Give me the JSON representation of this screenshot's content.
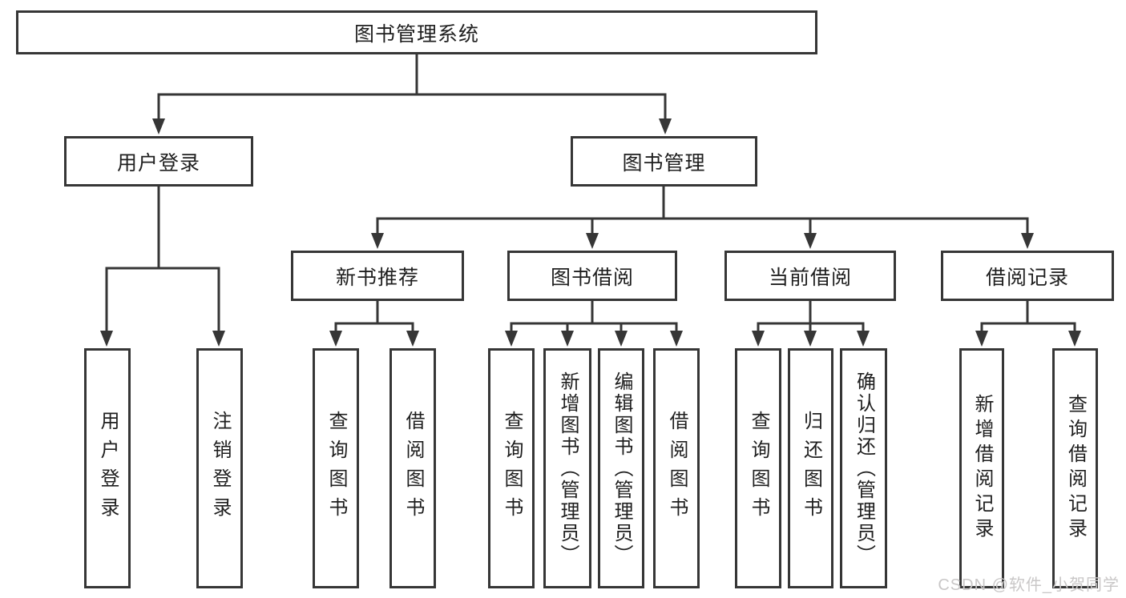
{
  "title": "图书管理系统",
  "nodes": {
    "user_login": "用户登录",
    "book_mgmt": "图书管理",
    "new_book": "新书推荐",
    "book_borrow": "图书借阅",
    "current_borrow": "当前借阅",
    "borrow_records": "借阅记录"
  },
  "leaves": {
    "user_login": "用户登录",
    "logout": "注销登录",
    "nb_query_book": "查询图书",
    "nb_borrow_book": "借阅图书",
    "bb_query_book": "查询图书",
    "bb_add_book": "新增图书（管理员）",
    "bb_edit_book": "编辑图书（管理员）",
    "bb_borrow_book": "借阅图书",
    "cb_query_book": "查询图书",
    "cb_return_book": "归还图书",
    "cb_confirm_return": "确认归还（管理员）",
    "br_add_record": "新增借阅记录",
    "br_query_record": "查询借阅记录"
  },
  "watermark": "CSDN @软件_小贺同学",
  "colors": {
    "line": "#363636",
    "text": "#1f1f1f",
    "watermark": "#c9c7c7",
    "background": "#ffffff"
  }
}
